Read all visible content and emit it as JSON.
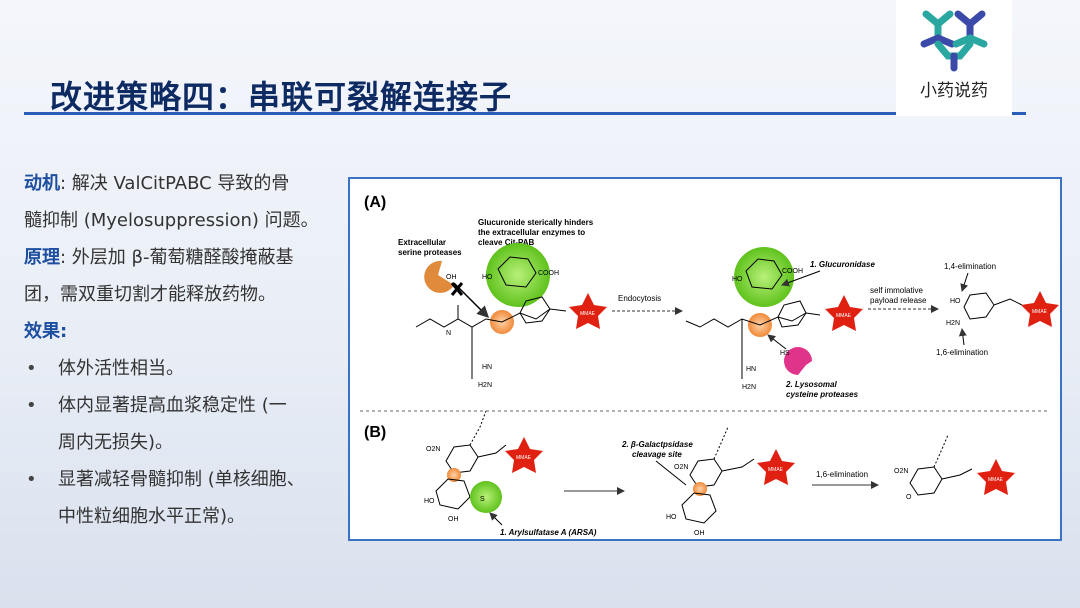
{
  "title": "改进策略四：串联可裂解连接子",
  "logo": {
    "text": "小药说药"
  },
  "left": {
    "motivation_label": "动机",
    "motivation_text_1": ": 解决 ValCitPABC 导致的骨",
    "motivation_text_2": "髓抑制 (Myelosuppression) 问题。",
    "principle_label": "原理",
    "principle_text_1": ": 外层加 β-葡萄糖醛酸掩蔽基",
    "principle_text_2": "团，需双重切割才能释放药物。",
    "effect_label": "效果",
    "effect_colon": ":",
    "bullets": [
      "体外活性相当。",
      "体内显著提高血浆稳定性 (一",
      "周内无损失)。",
      "显著减轻骨髓抑制 (单核细胞、",
      "中性粒细胞水平正常)。"
    ]
  },
  "figure": {
    "panel_a": "(A)",
    "panel_b": "(B)",
    "extracellular": [
      "Extracellular",
      "serine proteases"
    ],
    "glucuronide_note": [
      "Glucuronide sterically hinders",
      "the extracellular enzymes to",
      "cleave Cit-PAB"
    ],
    "endocytosis": "Endocytosis",
    "glucuronidase": "1. Glucuronidase",
    "self_immolative": [
      "self immolative",
      "payload release"
    ],
    "elim14": "1,4-elimination",
    "elim16": "1,6-elimination",
    "lysosomal": [
      "2. Lysosomal",
      "cysteine proteases"
    ],
    "mmae": "MMAE",
    "galactosidase": [
      "2. β-Galactpsidase",
      "cleavage site"
    ],
    "arsa": "1. Arylsulfatase A (ARSA)",
    "elim16_b": "1,6-elimination",
    "chem": {
      "oh": "OH",
      "ho": "HO",
      "cooh": "COOH",
      "h2n": "H2N",
      "hn": "HN",
      "n": "N",
      "h": "H",
      "hs": "HS",
      "o2n": "O2N",
      "s": "S",
      "o": "O",
      "oh_minus": "OH"
    }
  }
}
